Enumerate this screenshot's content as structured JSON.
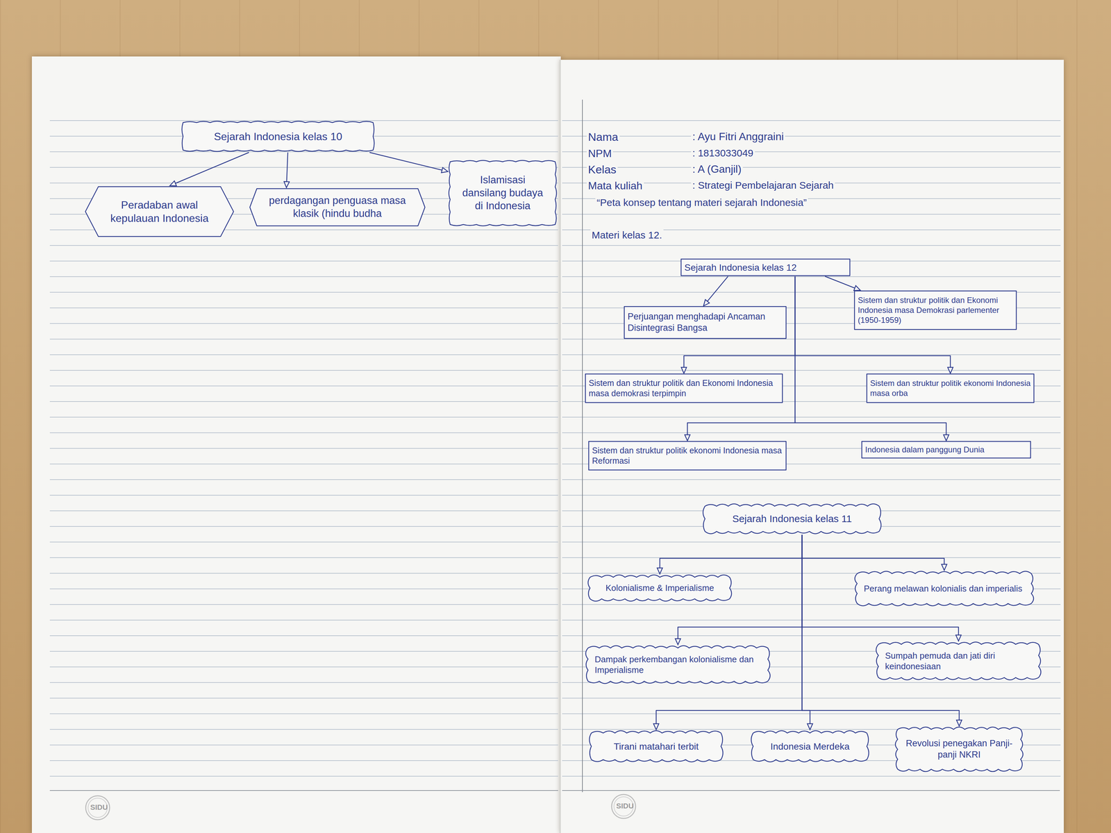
{
  "diagram": {
    "nodes": [
      {
        "text": [
          "Sejarah Indonesia kelas 10"
        ]
      },
      {
        "text": [
          "Peradaban awal kepulauan Indonesia"
        ]
      },
      {
        "text": [
          "perdagangan penguasa masa klasik (hindu budha"
        ]
      },
      {
        "text": [
          "Islamisasi dansilang budaya di Indonesia"
        ]
      },
      {
        "text": [
          "Sejarah Indonesia kelas 12"
        ]
      },
      {
        "text": [
          "Perjuangan menghadapi Ancaman Disintegrasi Bangsa"
        ]
      },
      {
        "text": [
          "Sistem dan struktur politik dan Ekonomi Indonesia masa Demokrasi parlementer (1950-1959)"
        ]
      },
      {
        "text": [
          "Sistem dan struktur politik dan Ekonomi Indonesia masa demokrasi terpimpin"
        ]
      },
      {
        "text": [
          "Sistem dan struktur politik ekonomi Indonesia masa orba"
        ]
      },
      {
        "text": [
          "Sistem dan struktur politik ekonomi Indonesia masa Reformasi"
        ]
      },
      {
        "text": [
          "Indonesia dalam panggung Dunia"
        ]
      },
      {
        "text": [
          "Sejarah Indonesia kelas 11"
        ]
      },
      {
        "text": [
          "Kolonialisme & Imperialisme"
        ]
      },
      {
        "text": [
          "Perang melawan kolonialis dan imperialis"
        ]
      },
      {
        "text": [
          "Dampak perkembangan kolonialisme dan Imperialisme"
        ]
      },
      {
        "text": [
          "Sumpah pemuda dan jati diri keindonesiaan"
        ]
      },
      {
        "text": [
          "Tirani matahari terbit"
        ]
      },
      {
        "text": [
          "Indonesia Merdeka"
        ]
      },
      {
        "text": [
          "Revolusi penegakan Panji-panji NKRI"
        ]
      }
    ],
    "edges": [
      {
        "from": 0,
        "to": 1,
        "arrow": "to"
      },
      {
        "from": 0,
        "to": 2,
        "arrow": "to"
      },
      {
        "from": 0,
        "to": 3,
        "arrow": "to"
      },
      {
        "from": 4,
        "to": 5,
        "arrow": "to"
      },
      {
        "from": 4,
        "to": 6,
        "arrow": "to"
      },
      {
        "from": 4,
        "to": 7,
        "arrow": "to"
      },
      {
        "from": 4,
        "to": 8,
        "arrow": "to"
      },
      {
        "from": 4,
        "to": 9,
        "arrow": "to"
      },
      {
        "from": 4,
        "to": 10,
        "arrow": "to"
      },
      {
        "from": 11,
        "to": 12,
        "arrow": "to"
      },
      {
        "from": 11,
        "to": 13,
        "arrow": "to"
      },
      {
        "from": 11,
        "to": 14,
        "arrow": "to"
      },
      {
        "from": 11,
        "to": 15,
        "arrow": "to"
      },
      {
        "from": 11,
        "to": 16,
        "arrow": "to"
      },
      {
        "from": 11,
        "to": 17,
        "arrow": "to"
      },
      {
        "from": 11,
        "to": 18,
        "arrow": "to"
      }
    ],
    "labels": [
      "Nama",
      ": Ayu Fitri Anggraini",
      "NPM",
      ": 1813033049",
      "Kelas",
      ": A (Ganjil)",
      "Mata kuliah",
      ": Strategi Pembelajaran Sejarah",
      "“Peta konsep tentang materi sejarah Indonesia”",
      "Materi kelas 12.",
      "SIDU",
      "SIDU"
    ]
  }
}
